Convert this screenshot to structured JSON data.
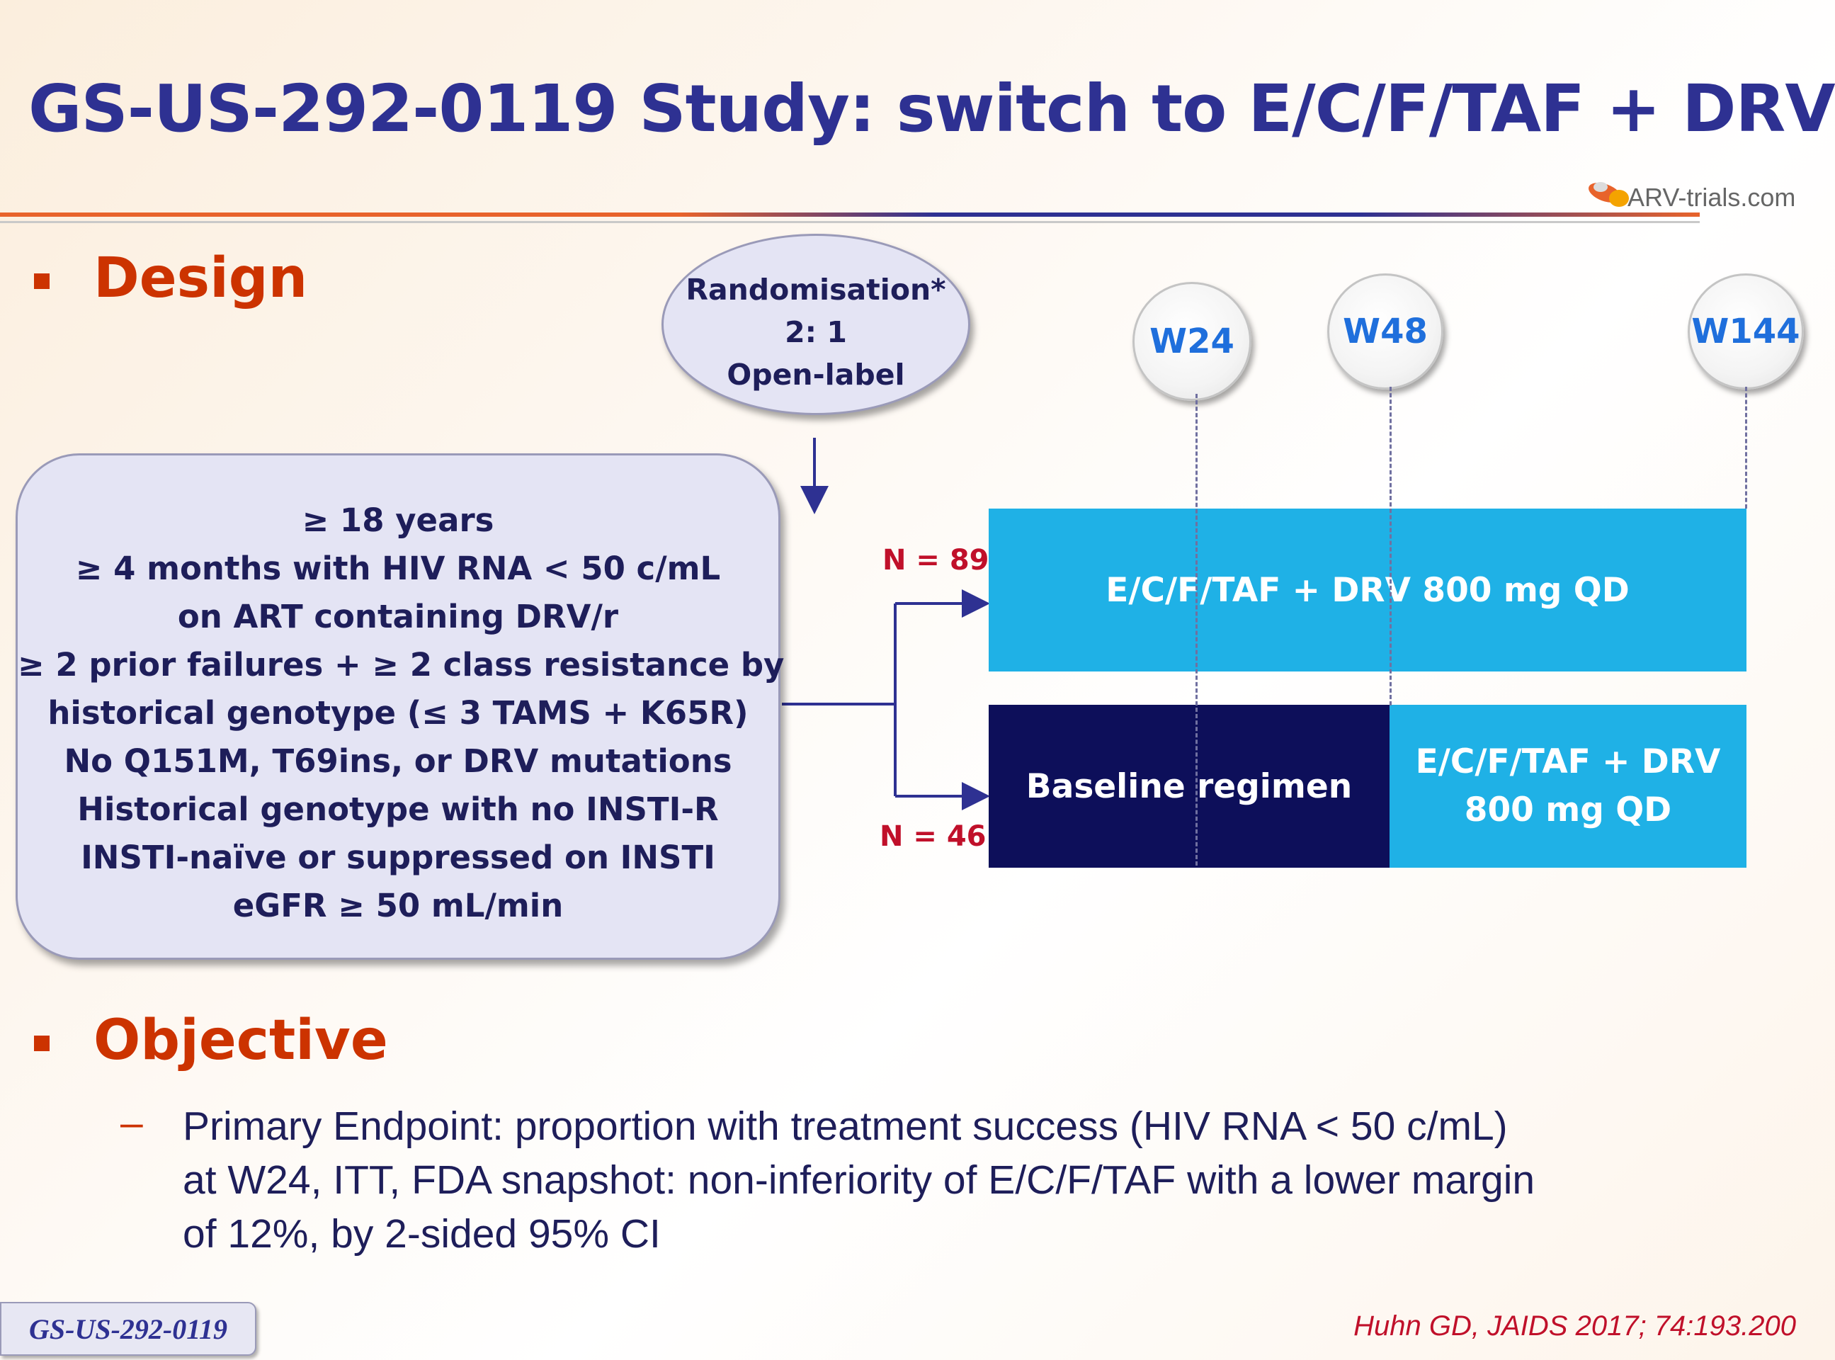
{
  "title": "GS-US-292-0119 Study: switch to E/C/F/TAF + DRV",
  "logo": {
    "text": "ARV-trials.com"
  },
  "design": {
    "heading": "Design",
    "criteria": [
      "≥ 18 years",
      "≥ 4 months with HIV RNA < 50 c/mL",
      "on ART containing DRV/r",
      "≥ 2 prior failures + ≥ 2 class resistance by",
      "historical genotype (≤ 3 TAMS + K65R)",
      "No Q151M, T69ins, or DRV mutations",
      "Historical genotype with no INSTI-R",
      "INSTI-naïve or suppressed on INSTI",
      "eGFR ≥ 50 mL/min"
    ],
    "randomisation": [
      "Randomisation*",
      "2: 1",
      "Open-label"
    ],
    "weeks": [
      "W24",
      "W48",
      "W144"
    ],
    "arm1": {
      "n": "N = 89",
      "label": "E/C/F/TAF + DRV 800 mg QD"
    },
    "arm2": {
      "n": "N = 46",
      "baseline_label": "Baseline regimen",
      "switch_label_1": "E/C/F/TAF + DRV",
      "switch_label_2": "800 mg QD"
    },
    "colors": {
      "arm_light": "#1fb1e6",
      "arm_dark": "#0d0f5a",
      "n_label": "#c0102a"
    }
  },
  "objective": {
    "heading": "Objective",
    "dash": "–",
    "lines": [
      "Primary Endpoint: proportion with treatment success (HIV RNA < 50 c/mL)",
      "at W24, ITT, FDA snapshot: non-inferiority of E/C/F/TAF with a lower margin",
      "of 12%, by 2-sided 95% CI"
    ]
  },
  "footer": {
    "tag": "GS-US-292-0119",
    "citation": "Huhn GD, JAIDS 2017; 74:193.200"
  }
}
